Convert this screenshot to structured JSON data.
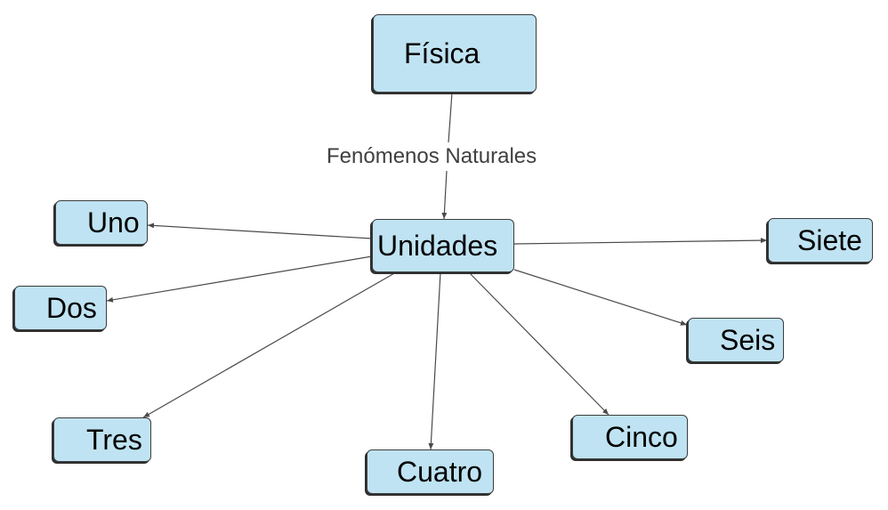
{
  "diagram": {
    "root": {
      "label": "Física"
    },
    "link_label": "Fenómenos Naturales",
    "hub": {
      "label": "Unidades"
    },
    "leaves": [
      {
        "label": "Uno"
      },
      {
        "label": "Dos"
      },
      {
        "label": "Tres"
      },
      {
        "label": "Cuatro"
      },
      {
        "label": "Cinco"
      },
      {
        "label": "Seis"
      },
      {
        "label": "Siete"
      }
    ]
  },
  "colors": {
    "node_fill": "#bfe3f2",
    "node_border": "#3c3c3c",
    "edge": "#4a4a4a",
    "link_text": "#404040"
  }
}
